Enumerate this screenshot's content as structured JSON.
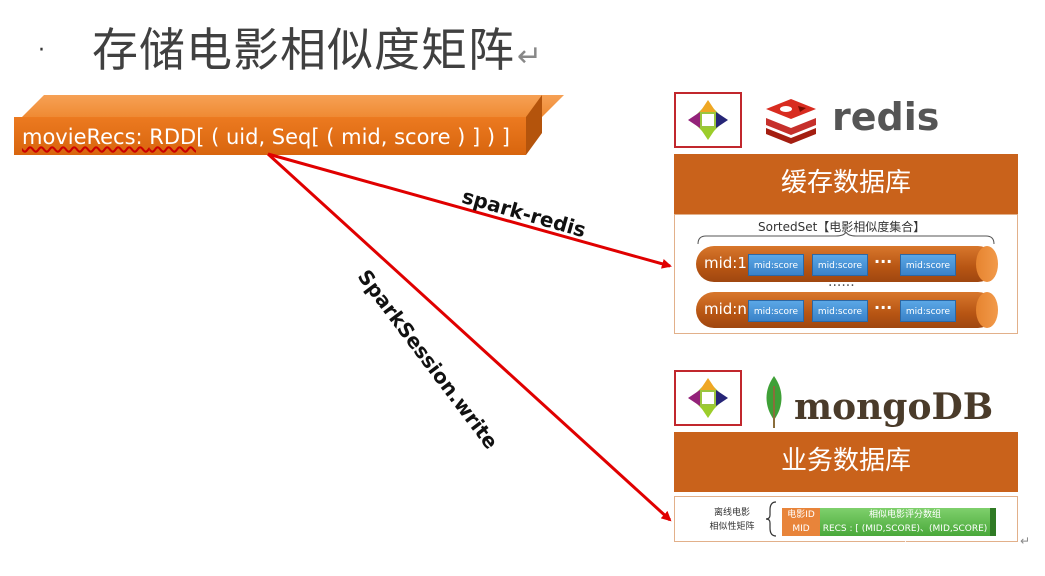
{
  "title": {
    "bullet": "·",
    "text": "存储电影相似度矩阵",
    "return_mark": "↵"
  },
  "rdd_bar": {
    "prefix": "movieRecs: ",
    "rdd": "RDD[",
    "text_rest": " ( uid, Seq[ ( mid, score ) ] ) ]"
  },
  "arrows": {
    "redis_label": "spark-redis",
    "mongo_label": "SparkSession.write",
    "color": "#e00000"
  },
  "redis_panel": {
    "logo_word": "redis",
    "header": "缓存数据库",
    "sorted_set_title": "SortedSet【电影相似度集合】",
    "rows": [
      {
        "label": "mid:1",
        "cells": [
          "mid:score",
          "mid:score",
          "mid:score"
        ],
        "ellipsis": "···"
      },
      {
        "label": "mid:n",
        "cells": [
          "mid:score",
          "mid:score",
          "mid:score"
        ],
        "ellipsis": "···"
      }
    ],
    "between_rows": "······"
  },
  "mongo_panel": {
    "logo_word_a": "mongo",
    "logo_word_b": "DB",
    "header": "业务数据库",
    "left_text_1": "离线电影",
    "left_text_2": "相似性矩阵",
    "mid_line_1": "电影ID",
    "mid_line_2": "MID",
    "recs_line_1": "相似电影评分数组",
    "recs_line_2": "RECS : [ (MID,SCORE)、(MID,SCORE) ]"
  },
  "corner_return": "↵",
  "colors": {
    "orange": "#e8761d",
    "panel_header": "#c9621b",
    "arrow_red": "#e00000",
    "score_blue": "#3a82c8",
    "recs_green": "#49a83a",
    "redis_red": "#c6302b",
    "mongo_green": "#3fa037"
  }
}
